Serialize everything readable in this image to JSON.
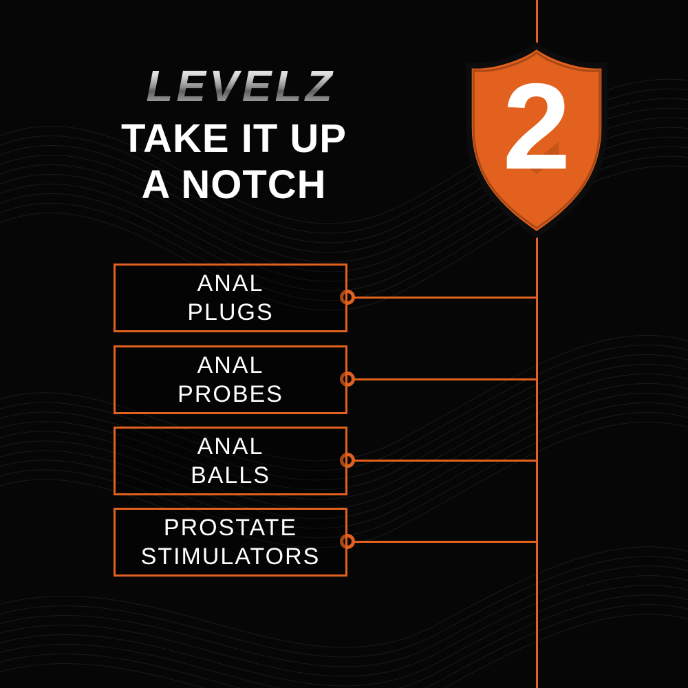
{
  "brand": {
    "logo_text": "LEVELZ"
  },
  "header": {
    "title_line1": "TAKE IT UP",
    "title_line2": "A NOTCH"
  },
  "badge": {
    "number": "2"
  },
  "items": [
    {
      "label_line1": "ANAL",
      "label_line2": "PLUGS"
    },
    {
      "label_line1": "ANAL",
      "label_line2": "PROBES"
    },
    {
      "label_line1": "ANAL",
      "label_line2": "BALLS"
    },
    {
      "label_line1": "PROSTATE",
      "label_line2": "STIMULATORS"
    }
  ],
  "colors": {
    "accent_orange": "#e2611e",
    "background": "#060606",
    "text": "#ffffff",
    "wave_line": "#1d1d1d"
  }
}
